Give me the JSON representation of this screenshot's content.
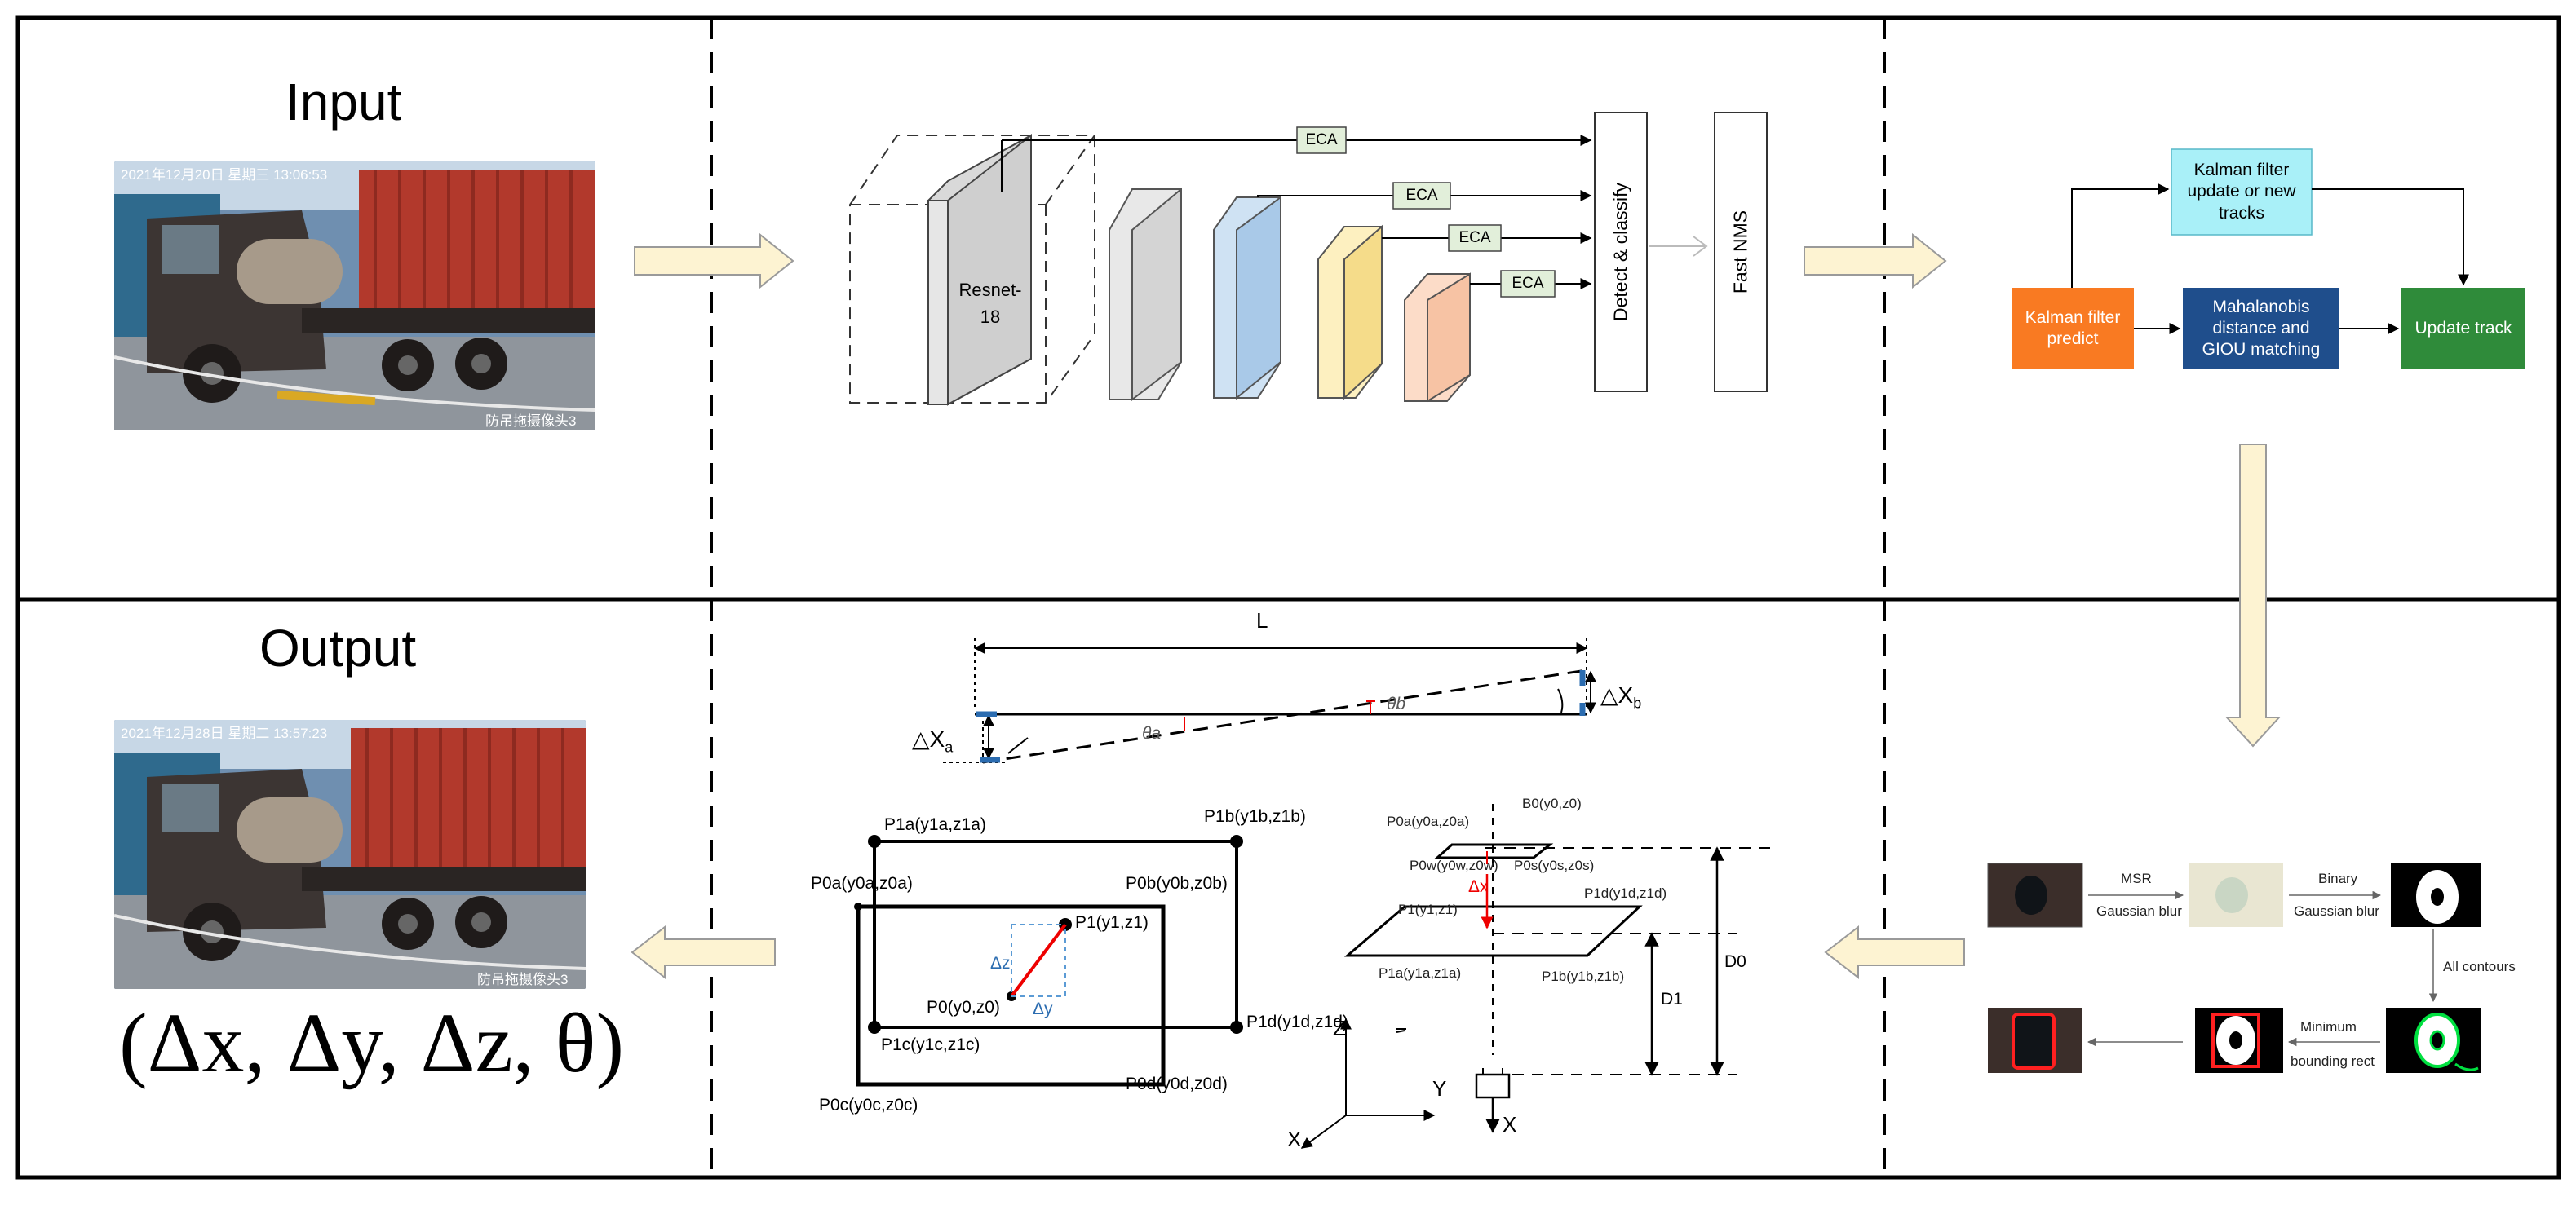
{
  "panels": {
    "input_title": "Input",
    "output_title": "Output",
    "output_formula": "(Δx, Δy, Δz, θ)"
  },
  "photos": {
    "input_timestamp": "2021年12月20日 星期三 13:06:53",
    "input_caption": "防吊拖摄像头3",
    "output_timestamp": "2021年12月28日 星期二 13:57:23",
    "output_caption": "防吊拖摄像头3"
  },
  "network": {
    "backbone_label": "Resnet-18",
    "eca_label": "ECA",
    "detect_label": "Detect & classify",
    "nms_label": "Fast NMS",
    "colors": {
      "gray": "#d9d9d9",
      "blue": "#bdd7ee",
      "yellow": "#fde9a8",
      "peach": "#fbd5c0",
      "eca": "#e2efda"
    }
  },
  "tracking": {
    "kalman_update": "Kalman filter update or new tracks",
    "kalman_predict": "Kalman filter predict",
    "matching": "Mahalanobis distance and GIOU matching",
    "update_track": "Update track",
    "colors": {
      "cyan": "#a9f0f8",
      "orange": "#f97a22",
      "navy": "#1f4e8c",
      "green": "#2f8b3a"
    }
  },
  "image_processing": {
    "msr": "MSR",
    "gaussian_blur_1": "Gaussian blur",
    "binary": "Binary",
    "gaussian_blur_2": "Gaussian blur",
    "all_contours": "All contours",
    "minimum": "Minimum",
    "bounding_rect": "bounding rect"
  },
  "geometry": {
    "L": "L",
    "dxa": "△X",
    "dxa_sub": "a",
    "dxb": "△X",
    "dxb_sub": "b",
    "theta_a": "θa",
    "theta_b": "θb",
    "pts": {
      "p1a": "P1a(y1a,z1a)",
      "p1b": "P1b(y1b,z1b)",
      "p0a": "P0a(y0a,z0a)",
      "p0b": "P0b(y0b,z0b)",
      "p1": "P1(y1,z1)",
      "p0": "P0(y0,z0)",
      "p1c": "P1c(y1c,z1c)",
      "p1d": "P1d(y1d,z1d)",
      "p0c": "P0c(y0c,z0c)",
      "p0d": "P0d(y0d,z0d)",
      "dz": "Δz",
      "dy": "Δy",
      "z_axis": "Z",
      "y_axis": "Y",
      "x_axis": "X",
      "r_p0a": "P0a(y0a,z0a)",
      "r_b0": "B0(y0,z0)",
      "r_p0w": "P0w(y0w,z0w)",
      "r_p0s": "P0s(y0s,z0s)",
      "r_p1": "P1(y1,z1)",
      "r_p1d": "P1d(y1d,z1d)",
      "r_p1a": "P1a(y1a,z1a)",
      "r_p1b": "P1b(y1b,z1b)",
      "r_dx": "Δx",
      "r_d0": "D0",
      "r_d1": "D1",
      "r_x": "X"
    }
  }
}
